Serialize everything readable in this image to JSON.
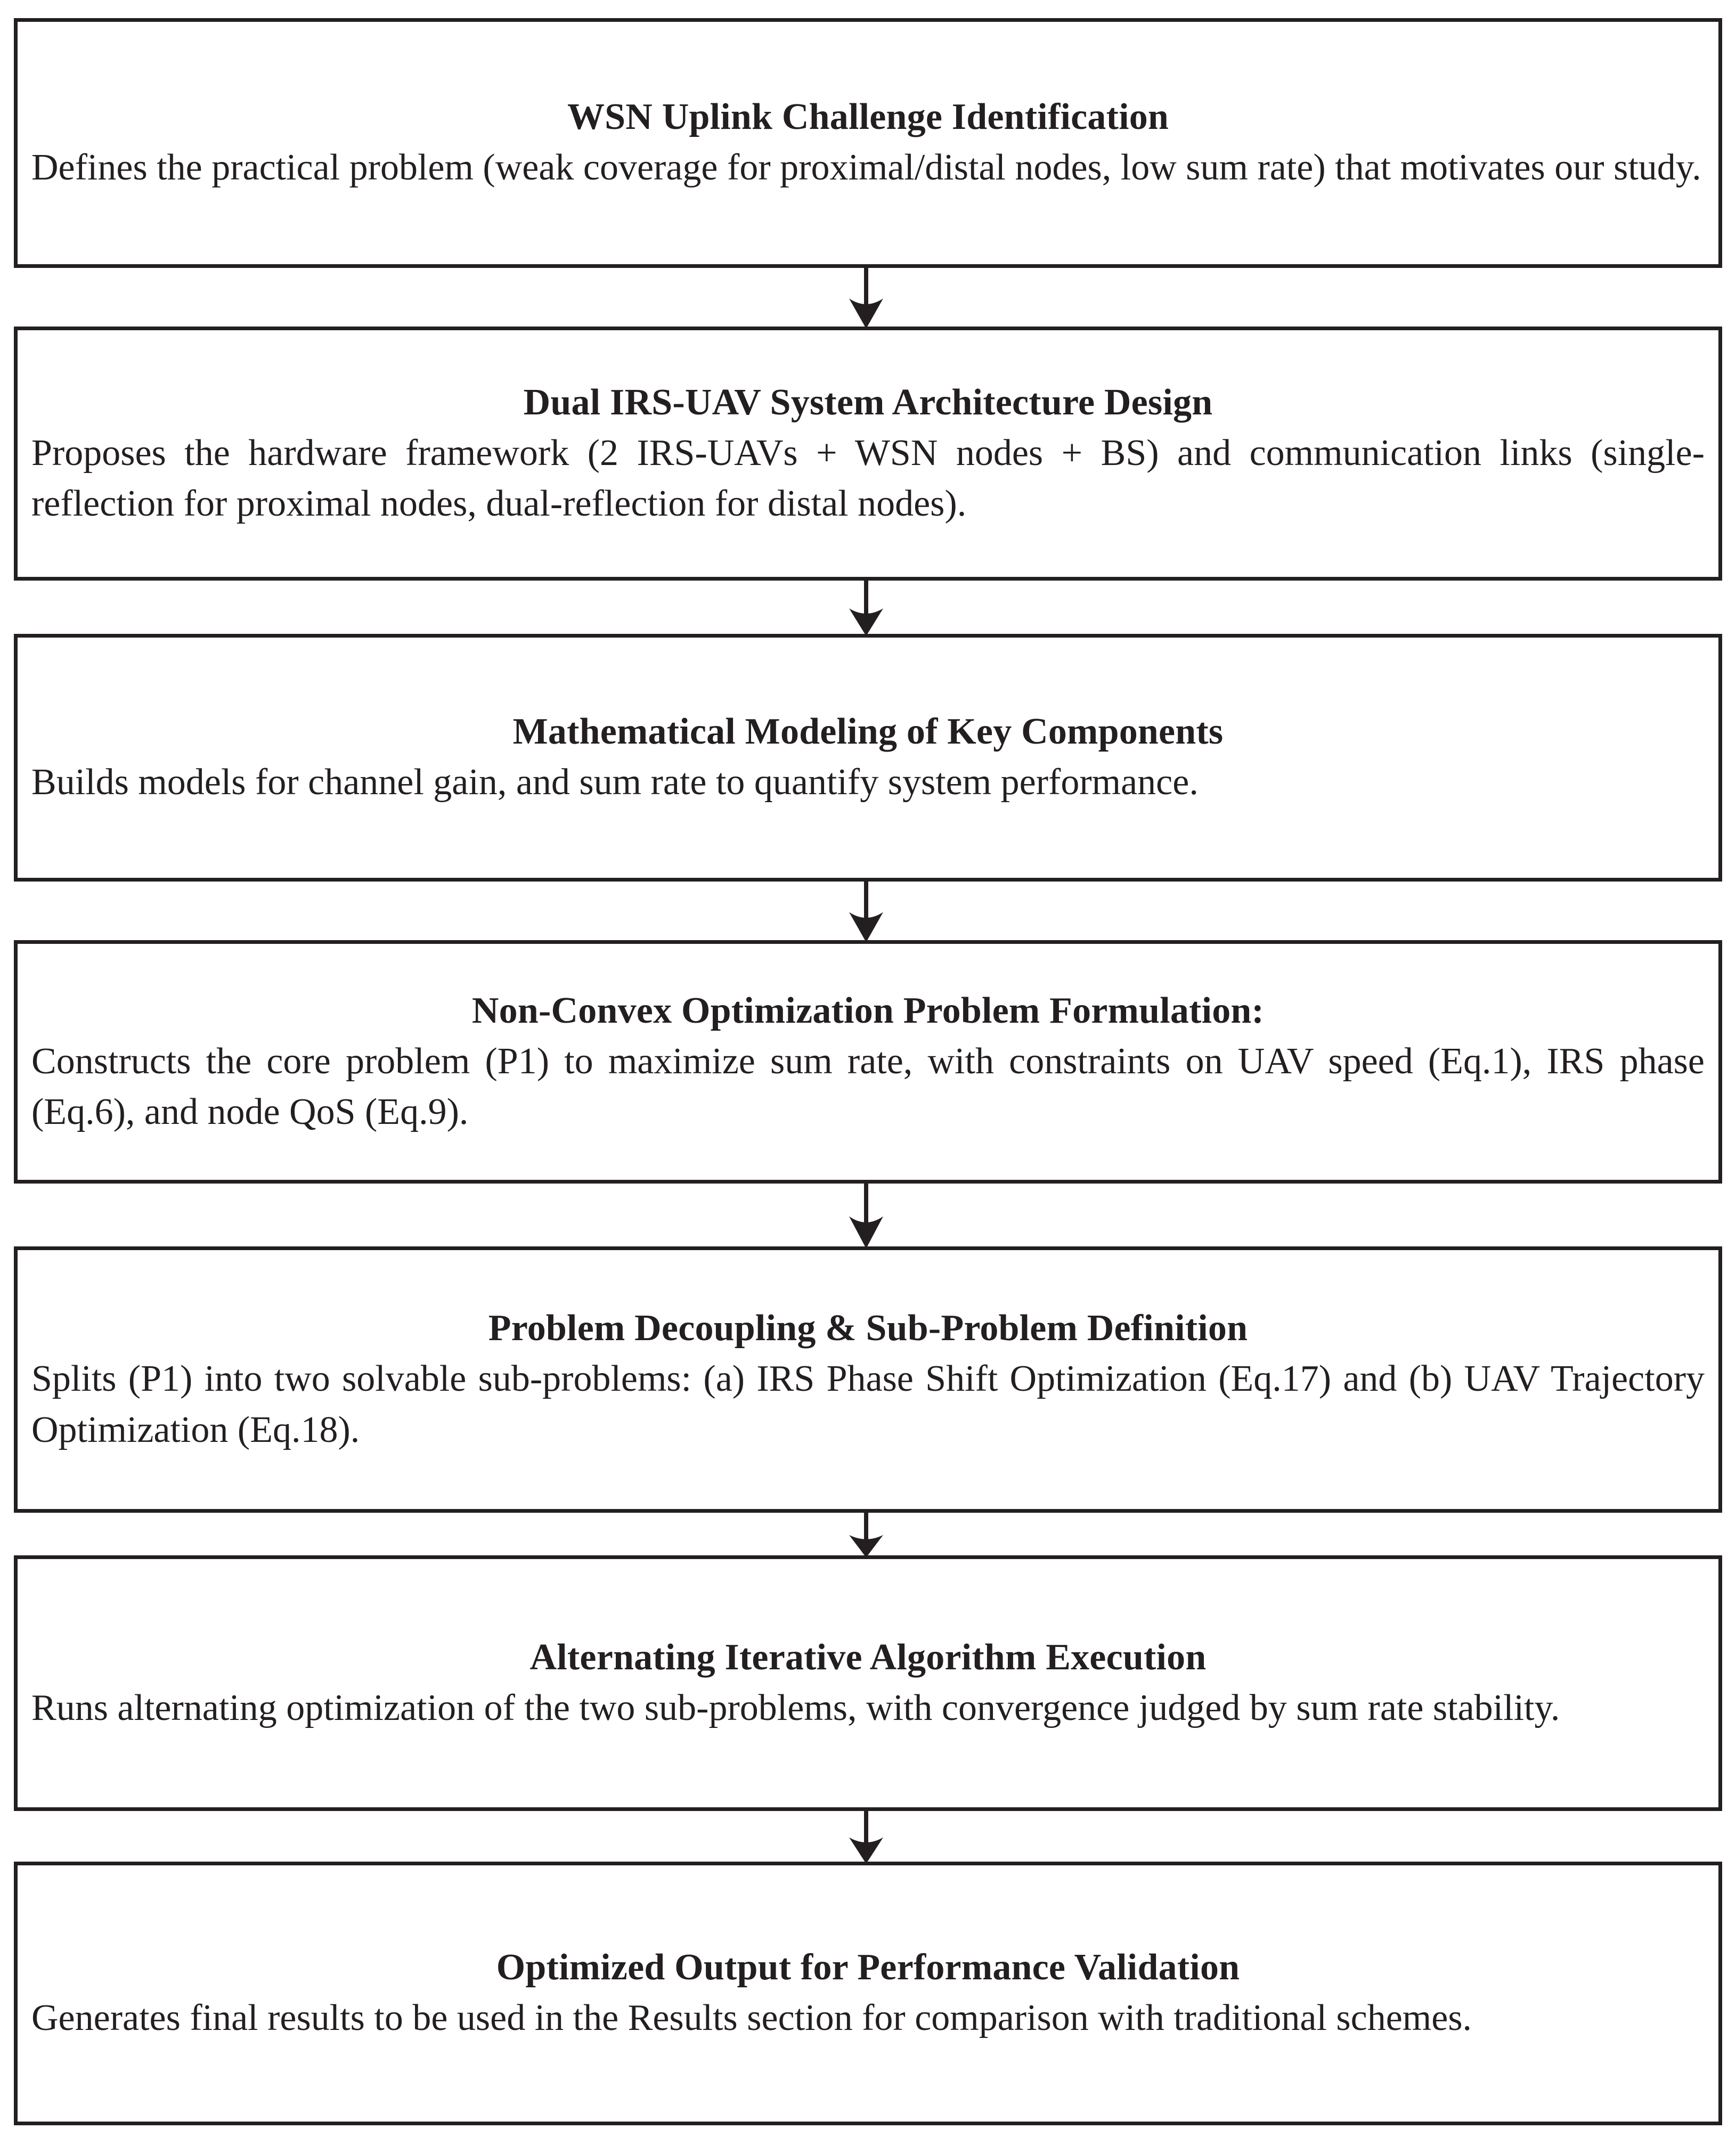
{
  "diagram": {
    "type": "vertical-flowchart",
    "box_count": 7,
    "arrow_count": 6,
    "colors": {
      "stroke": "#231f20",
      "text": "#231f20",
      "background": "#ffffff"
    },
    "nodes": [
      {
        "id": "node-1",
        "title": "WSN Uplink Challenge Identification",
        "body": "Defines the practical problem (weak coverage for proximal/distal nodes, low sum rate) that motivates our study."
      },
      {
        "id": "node-2",
        "title": "Dual IRS-UAV System Architecture Design",
        "body": "Proposes the hardware framework (2 IRS-UAVs + WSN nodes + BS) and communication links (single-reflection for proximal nodes, dual-reflection for distal nodes)."
      },
      {
        "id": "node-3",
        "title": "Mathematical Modeling of Key Components",
        "body": "Builds models for channel gain, and sum rate to quantify system performance."
      },
      {
        "id": "node-4",
        "title": "Non-Convex Optimization Problem Formulation:",
        "body": "Constructs the core problem (P1) to maximize sum rate, with constraints on UAV speed (Eq.1), IRS phase (Eq.6), and node QoS (Eq.9)."
      },
      {
        "id": "node-5",
        "title": "Problem Decoupling & Sub-Problem Definition",
        "body": "Splits (P1) into two solvable sub-problems: (a) IRS Phase Shift Optimization (Eq.17) and (b) UAV Trajectory Optimization (Eq.18)."
      },
      {
        "id": "node-6",
        "title": "Alternating Iterative Algorithm Execution",
        "body": "Runs alternating optimization of the two sub-problems, with convergence judged by sum rate stability."
      },
      {
        "id": "node-7",
        "title": "Optimized Output for Performance Validation",
        "body": "Generates final results to be used in the Results section for comparison with traditional schemes."
      }
    ],
    "edges": [
      {
        "id": "edge-1-2",
        "from": "node-1",
        "to": "node-2",
        "icon": "down-arrow-icon"
      },
      {
        "id": "edge-2-3",
        "from": "node-2",
        "to": "node-3",
        "icon": "down-arrow-icon"
      },
      {
        "id": "edge-3-4",
        "from": "node-3",
        "to": "node-4",
        "icon": "down-arrow-icon"
      },
      {
        "id": "edge-4-5",
        "from": "node-4",
        "to": "node-5",
        "icon": "down-arrow-icon"
      },
      {
        "id": "edge-5-6",
        "from": "node-5",
        "to": "node-6",
        "icon": "down-arrow-icon"
      },
      {
        "id": "edge-6-7",
        "from": "node-6",
        "to": "node-7",
        "icon": "down-arrow-icon"
      }
    ]
  }
}
